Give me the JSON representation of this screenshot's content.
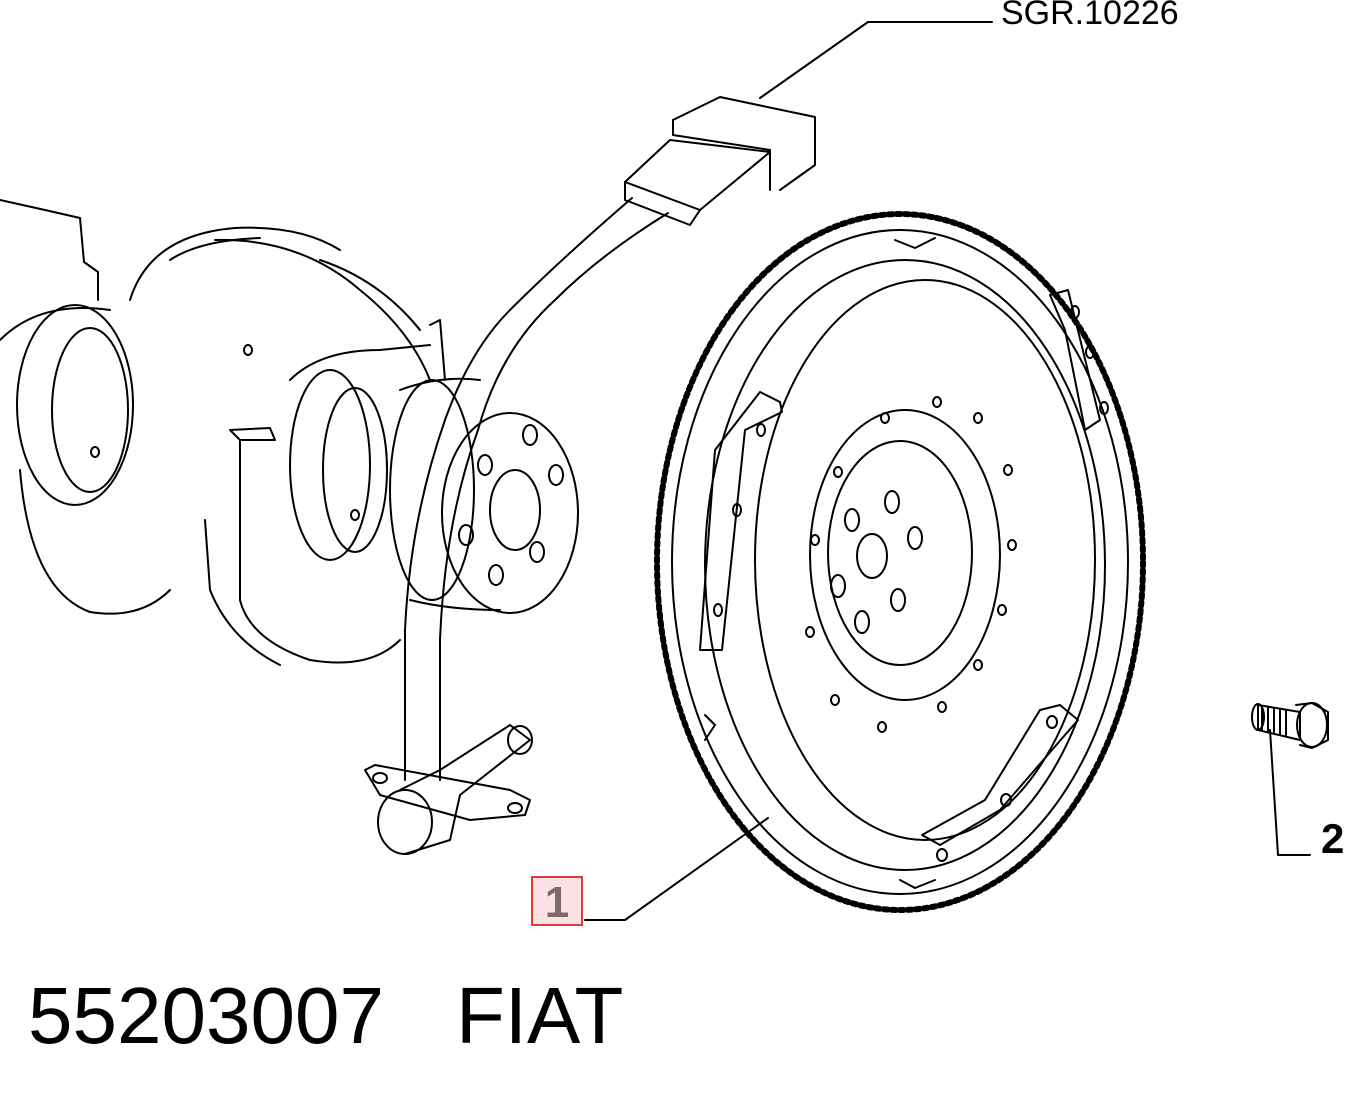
{
  "diagram": {
    "reference_label": "SGR.10226",
    "callouts": [
      {
        "number": "1",
        "highlighted": true,
        "highlight_color": "#fbe1e3",
        "border_color": "#e03a3a"
      },
      {
        "number": "2",
        "highlighted": false
      }
    ]
  },
  "footer": {
    "part_number": "55203007",
    "brand": "FIAT"
  }
}
